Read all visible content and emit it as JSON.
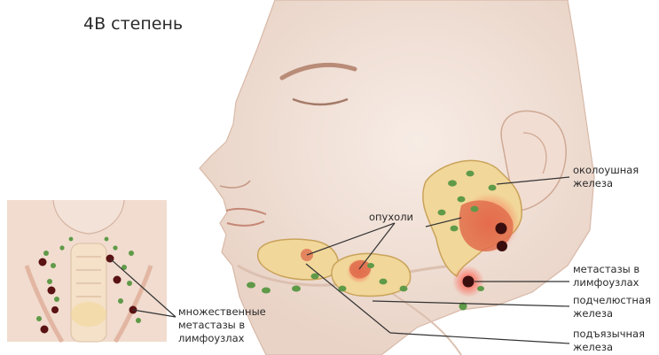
{
  "title": "4В степень",
  "labels": {
    "parotid": "околоушная\nжелеза",
    "tumors": "опухоли",
    "lymph_mets": "метастазы в\nлимфоузлах",
    "submandibular": "подчелюстная\nжелеза",
    "sublingual": "подъязычная\nжелеза",
    "multiple_mets": "множественные\nметастазы в\nлимфоузлах"
  },
  "colors": {
    "skin": "#f4e6dd",
    "skin_shade": "#e6cdbf",
    "gland": "#f1d79a",
    "gland_edge": "#c9a35a",
    "tumor": "#e0704f",
    "lymph_node": "#5f9a48",
    "metastasis": "#3a0e0e",
    "leader_line": "#333333"
  }
}
